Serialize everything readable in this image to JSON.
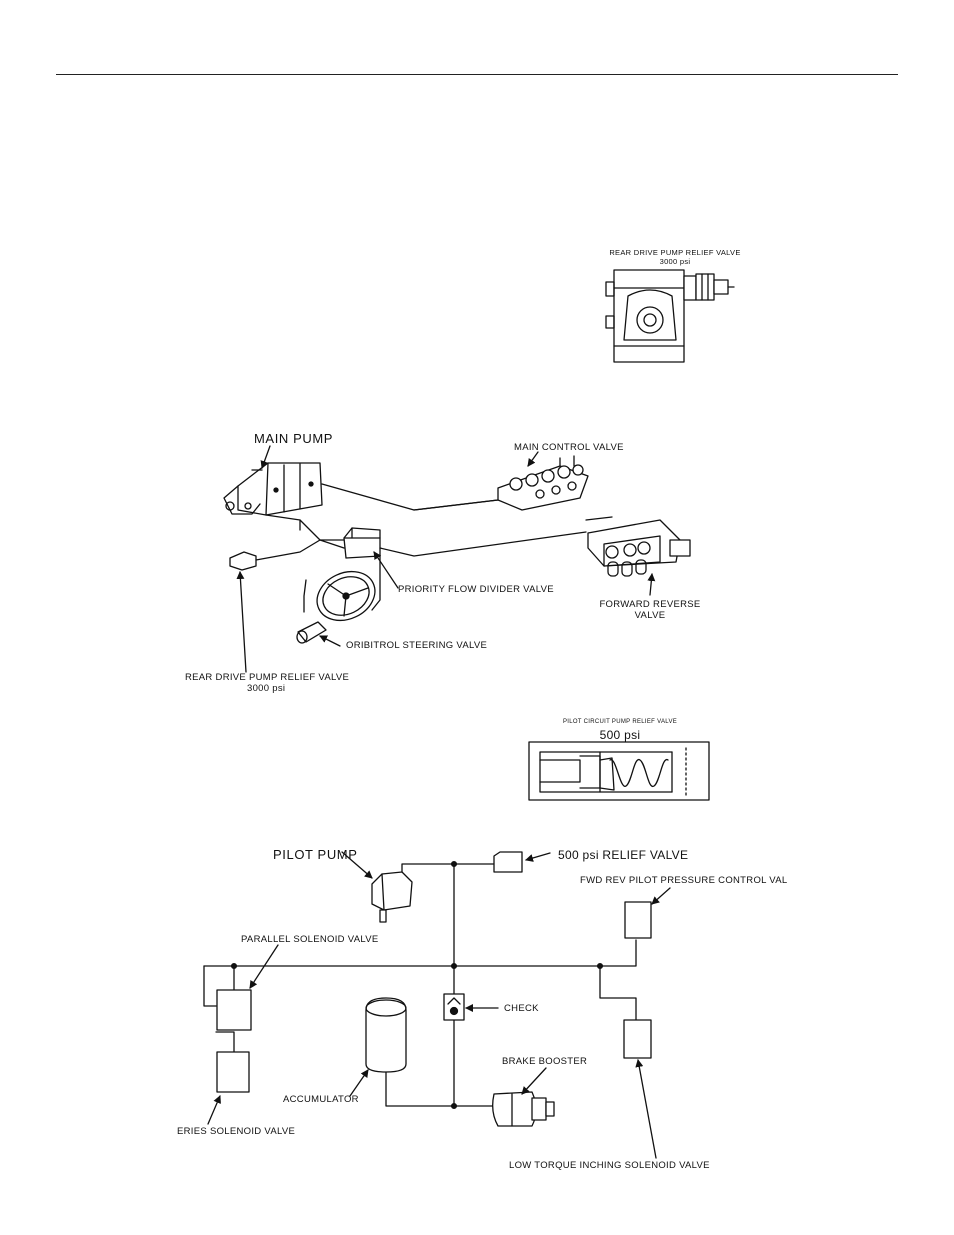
{
  "labels": {
    "rear_relief_top_title": "REAR DRIVE PUMP RELIEF VALVE",
    "rear_relief_top_psi": "3000 psi",
    "main_pump": "MAIN PUMP",
    "main_control_valve": "MAIN CONTROL VALVE",
    "priority_flow_divider": "PRIORITY FLOW DIVIDER VALVE",
    "forward_reverse_line1": "FORWARD REVERSE",
    "forward_reverse_line2": "VALVE",
    "orbitrol_steering": "ORIBITROL STEERING VALVE",
    "rear_relief_bottom_title": "REAR DRIVE PUMP RELIEF VALVE",
    "rear_relief_bottom_psi": "3000 psi",
    "pilot_circuit_relief_title": "PILOT CIRCUIT PUMP RELIEF VALVE",
    "pilot_circuit_relief_psi": "500 psi",
    "pilot_pump": "PILOT PUMP",
    "relief_500": "500 psi RELIEF VALVE",
    "fwd_rev_pilot": "FWD REV PILOT PRESSURE CONTROL VAL",
    "parallel_solenoid": "PARALLEL SOLENOID VALVE",
    "check": "CHECK",
    "brake_booster": "BRAKE BOOSTER",
    "accumulator": "ACCUMULATOR",
    "series_solenoid": "ERIES SOLENOID VALVE",
    "low_torque_inching": "LOW TORQUE INCHING SOLENOID VALVE"
  }
}
